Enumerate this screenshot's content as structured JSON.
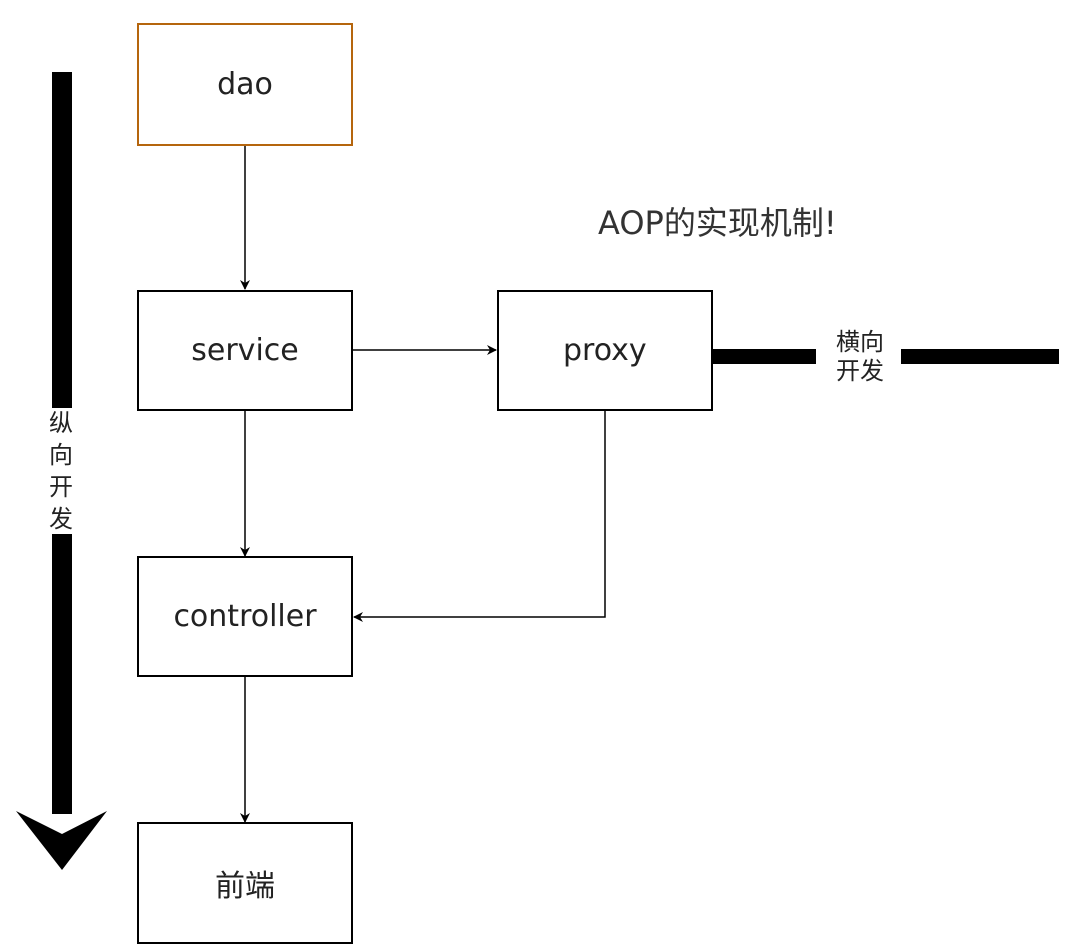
{
  "diagram": {
    "title": "AOP的实现机制!",
    "nodes": {
      "dao": "dao",
      "service": "service",
      "proxy": "proxy",
      "controller": "controller",
      "frontend": "前端"
    },
    "vertical_label": [
      "纵",
      "向",
      "开",
      "发"
    ],
    "horizontal_label": [
      "横向",
      "开发"
    ],
    "colors": {
      "dao_border": "#b5650d",
      "line": "#000000"
    }
  }
}
